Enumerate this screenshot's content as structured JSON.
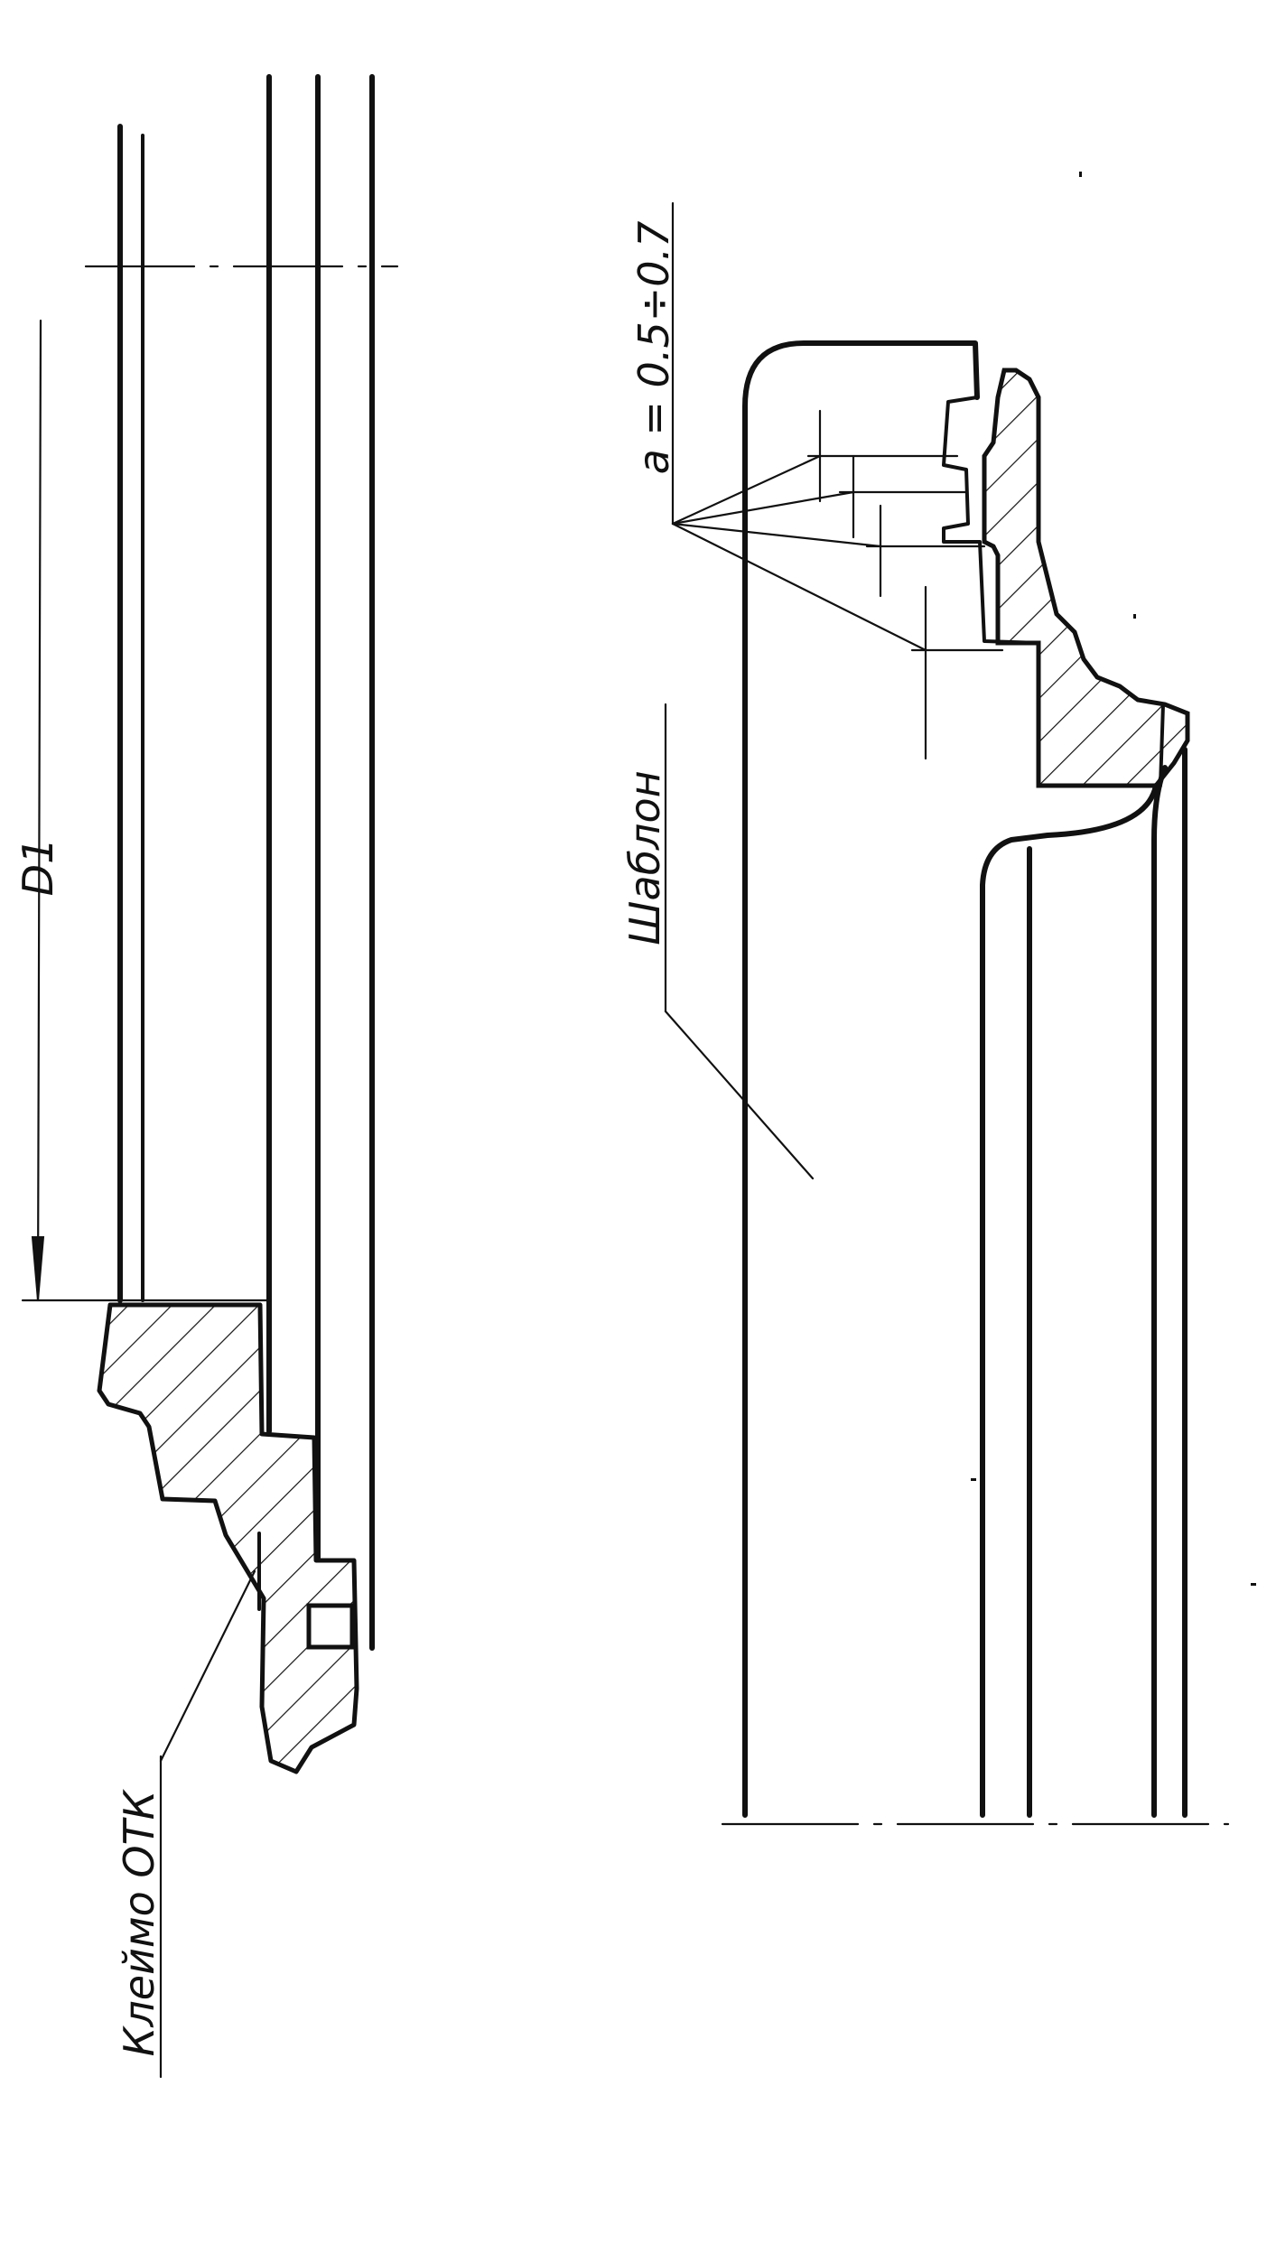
{
  "labels": {
    "d1": "D1",
    "gap": "a = 0.5÷0.7",
    "template": "Шаблон",
    "stamp": "Клеймо ОТК"
  },
  "colors": {
    "ink": "#111111",
    "paper": "#ffffff"
  }
}
